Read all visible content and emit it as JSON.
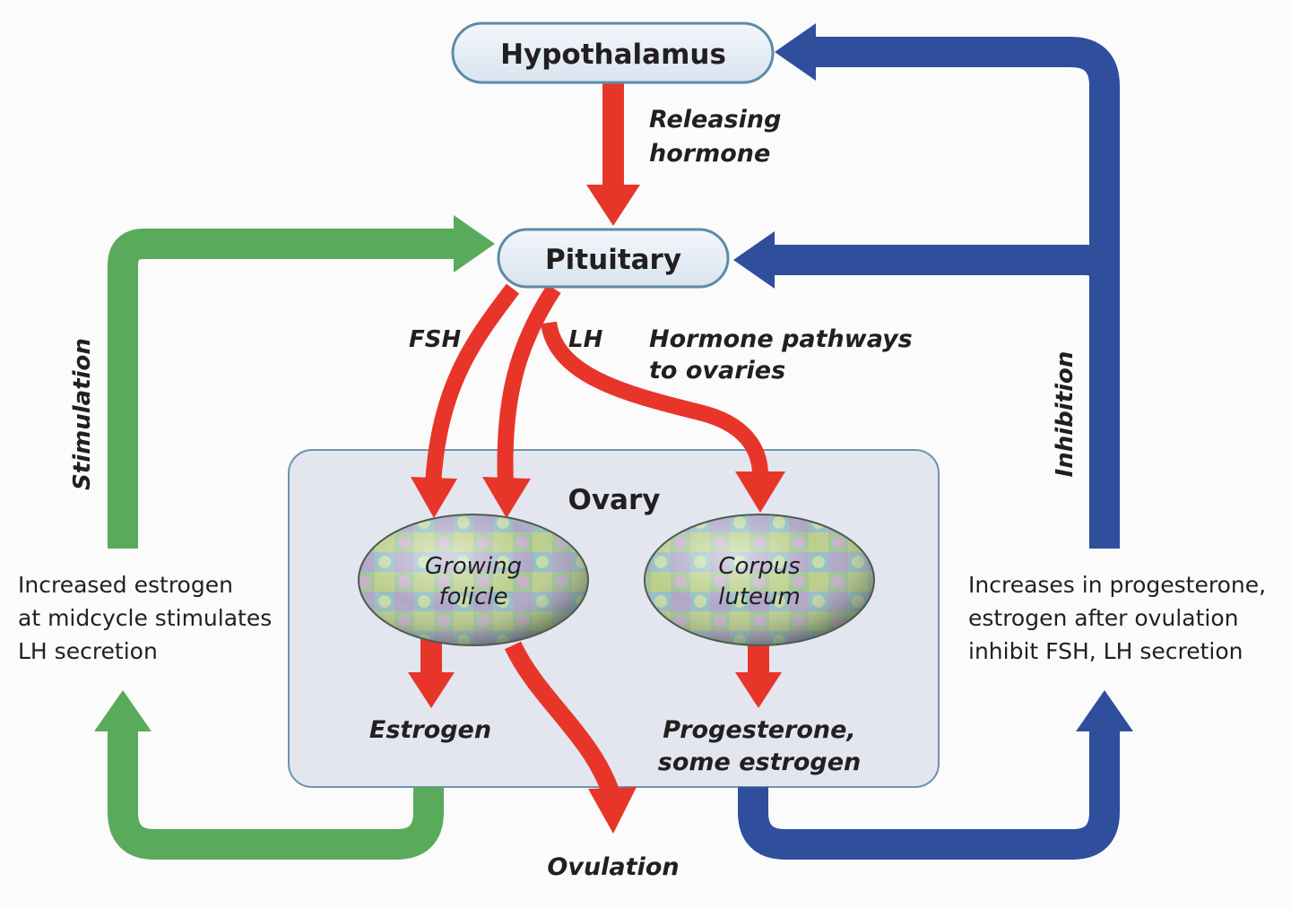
{
  "nodes": {
    "hypothalamus": "Hypothalamus",
    "pituitary": "Pituitary",
    "ovary": "Ovary",
    "growing_follicle": [
      "Growing",
      "folicle"
    ],
    "corpus_luteum": [
      "Corpus",
      "luteum"
    ]
  },
  "labels": {
    "releasing_hormone": [
      "Releasing",
      "hormone"
    ],
    "fsh": "FSH",
    "lh": "LH",
    "hormone_pathways": [
      "Hormone pathways",
      "to ovaries"
    ],
    "estrogen": "Estrogen",
    "progesterone": [
      "Progesterone,",
      "some estrogen"
    ],
    "ovulation": "Ovulation",
    "stimulation": "Stimulation",
    "inhibition": "Inhibition",
    "stimulation_note": [
      "Increased estrogen",
      "at midcycle stimulates",
      "LH secretion"
    ],
    "inhibition_note": [
      "Increases in progesterone,",
      "estrogen after ovulation",
      "inhibit FSH, LH secretion"
    ]
  },
  "colors": {
    "red_arrow": "#e8352a",
    "green_arrow": "#5aaa5c",
    "blue_arrow": "#2f4f9c",
    "pill_fill": "#e6eef6",
    "pill_stroke": "#5d8ba6",
    "ovary_fill": "#e3e6ef",
    "ovary_stroke": "#6f93ad"
  }
}
